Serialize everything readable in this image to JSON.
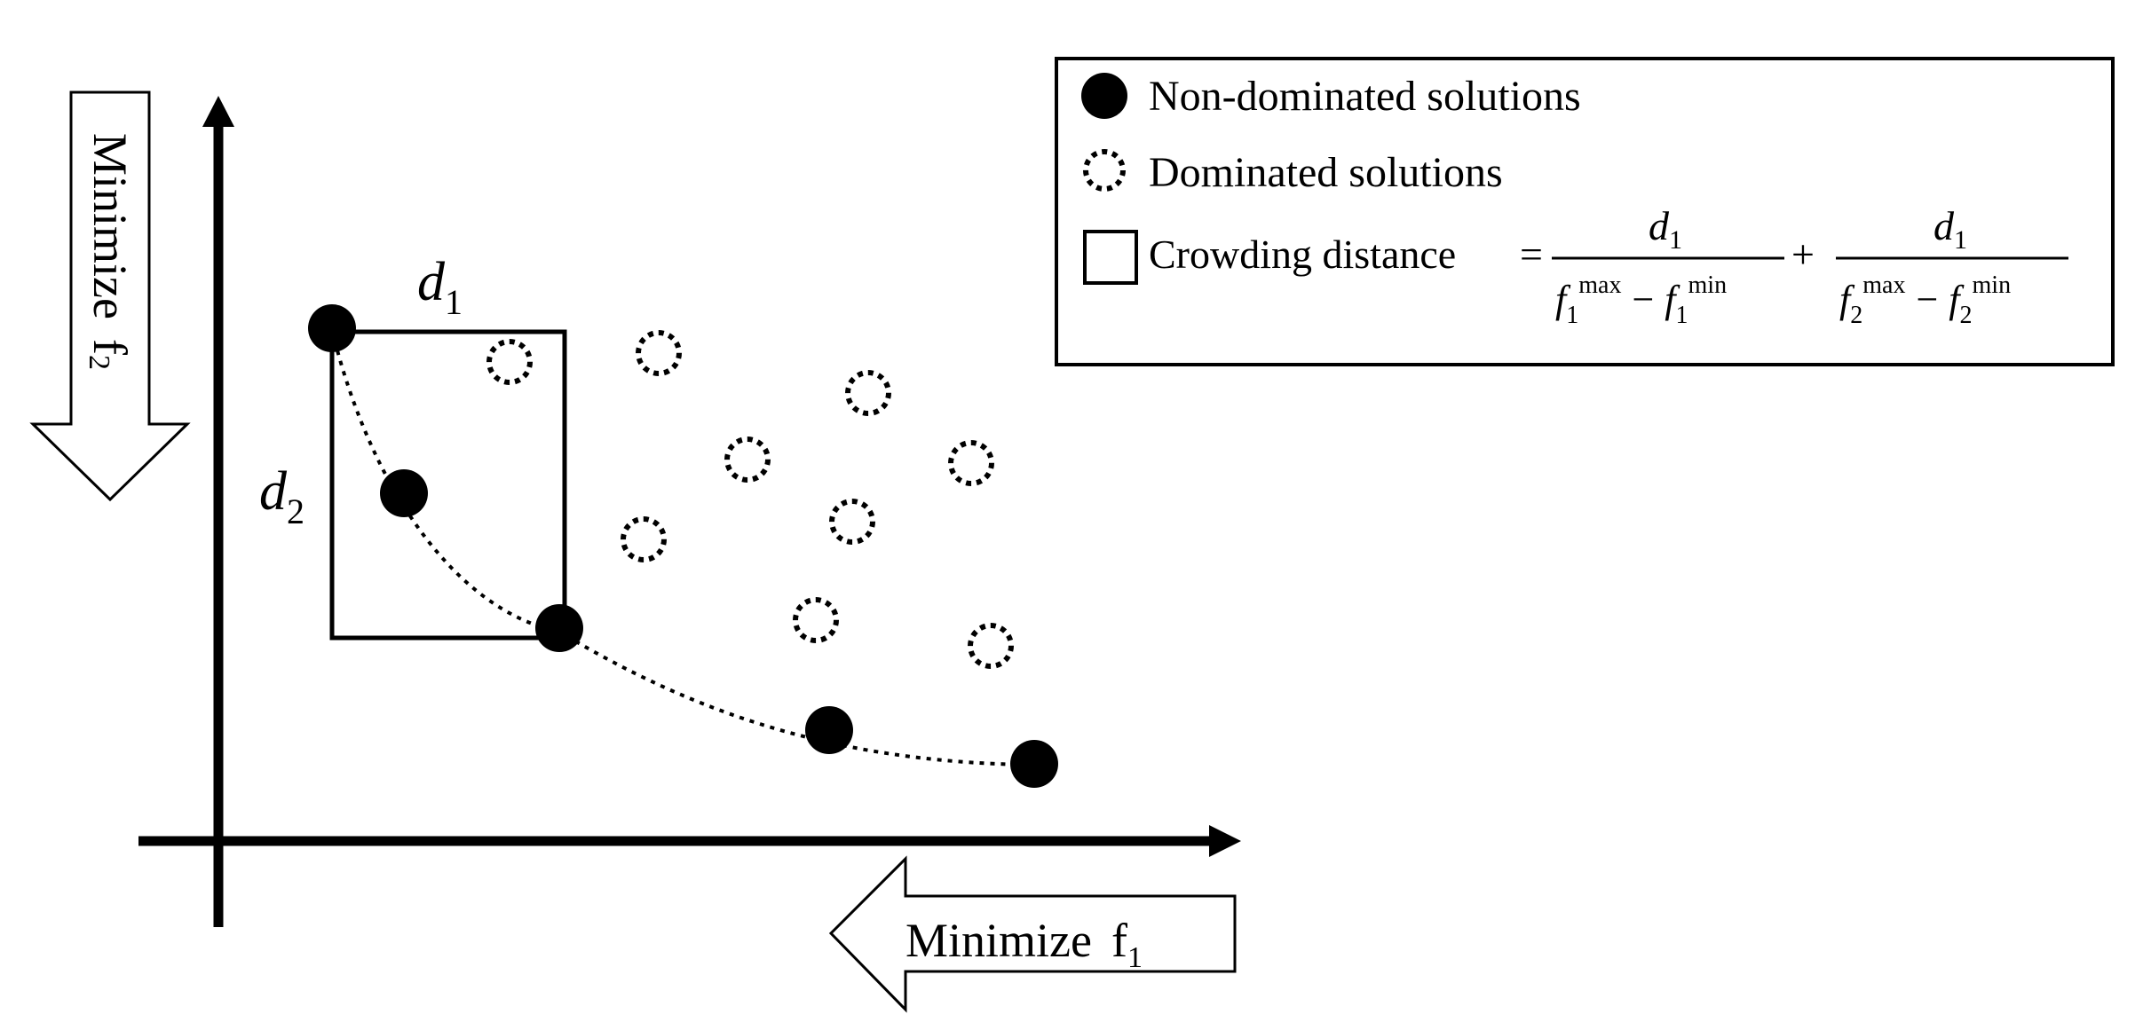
{
  "axes": {
    "x_label": "Minimize",
    "x_var": "f",
    "x_sub": "1",
    "y_label": "Minimize",
    "y_var": "f",
    "y_sub": "2"
  },
  "box_labels": {
    "d1": "d",
    "d1_sub": "1",
    "d2": "d",
    "d2_sub": "2"
  },
  "legend": {
    "non_dominated": "Non-dominated  solutions",
    "dominated": "Dominated  solutions",
    "crowding": "Crowding distance",
    "equals": "=",
    "plus": "+",
    "minus": "−",
    "num1": "d",
    "num1_sub": "1",
    "num2": "d",
    "num2_sub": "1",
    "den1_f": "f",
    "den1_sub": "1",
    "den2_f": "f",
    "den2_sub": "2",
    "sup_max": "max",
    "sup_min": "min"
  },
  "colors": {
    "ink": "#000000",
    "paper": "#ffffff"
  },
  "icons": {
    "down_arrow": "hollow-down-arrow-icon",
    "left_arrow": "hollow-left-arrow-icon"
  }
}
